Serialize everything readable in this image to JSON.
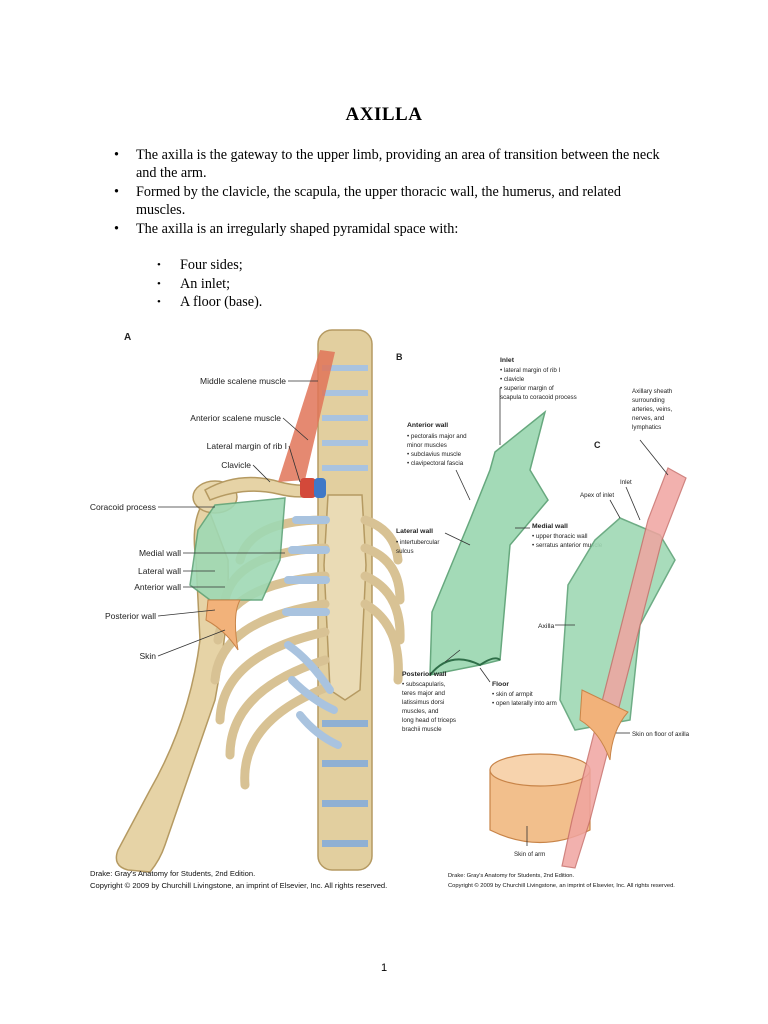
{
  "title": "AXILLA",
  "bullets": [
    "The axilla is the gateway to the upper limb, providing an area of transition between the neck and the arm.",
    " Formed by the clavicle, the scapula, the upper thoracic wall, the humerus, and related muscles.",
    "The axilla is an irregularly shaped pyramidal space with:"
  ],
  "sub_bullets": [
    "Four sides;",
    "An inlet;",
    "A floor (base)."
  ],
  "figure_a": {
    "panel_label": "A",
    "labels": {
      "middle_scalene": "Middle scalene muscle",
      "anterior_scalene": "Anterior scalene muscle",
      "lateral_margin_rib": "Lateral margin of rib I",
      "clavicle": "Clavicle",
      "coracoid": "Coracoid process",
      "medial_wall": "Medial wall",
      "lateral_wall": "Lateral wall",
      "anterior_wall": "Anterior wall",
      "posterior_wall": "Posterior wall",
      "skin": "Skin"
    },
    "caption_line1": "Drake: Gray's Anatomy for Students, 2nd Edition.",
    "caption_line2": "Copyright © 2009 by Churchill Livingstone, an imprint of Elsevier, Inc. All rights reserved."
  },
  "figure_b": {
    "panel_label": "B",
    "inlet_title": "Inlet",
    "inlet_items": [
      "• lateral margin of rib I",
      "• clavicle",
      "• superior margin of",
      "  scapula to coracoid process"
    ],
    "anterior_title": "Anterior wall",
    "anterior_items": [
      "• pectoralis major and",
      "  minor muscles",
      "• subclavius muscle",
      "• clavipectoral fascia"
    ],
    "lateral_title": "Lateral wall",
    "lateral_items": [
      "• intertubercular",
      "  sulcus"
    ],
    "medial_title": "Medial wall",
    "medial_items": [
      "• upper thoracic wall",
      "• serratus anterior muscle"
    ],
    "posterior_title": "Posterior wall",
    "posterior_items": [
      "• subscapularis,",
      "  teres major and",
      "  latissimus dorsi",
      "  muscles, and",
      "  long head of triceps",
      "  brachii muscle"
    ],
    "floor_title": "Floor",
    "floor_items": [
      "• skin of armpit",
      "• open laterally into arm"
    ]
  },
  "figure_c": {
    "panel_label": "C",
    "sheath_lines": [
      "Axillary sheath",
      "surrounding",
      "arteries, veins,",
      "nerves, and",
      "lymphatics"
    ],
    "apex": "Apex of inlet",
    "inlet": "Inlet",
    "axilla": "Axilla",
    "skin_floor": "Skin on floor of axilla",
    "skin_arm": "Skin of arm",
    "caption_line1": "Drake: Gray's Anatomy for Students, 2nd Edition.",
    "caption_line2": "Copyright © 2009 by Churchill Livingstone, an imprint of Elsevier, Inc. All rights reserved."
  },
  "page_number": "1",
  "colors": {
    "bone": "#e6d3a6",
    "bone_outline": "#b59a62",
    "cartilage": "#a9c3df",
    "wall_green": "#9fd9b4",
    "wall_green_outline": "#5fa478",
    "muscle_red": "#e07458",
    "skin_orange": "#f2b27a",
    "sheath_pink": "#f0a4a0"
  }
}
